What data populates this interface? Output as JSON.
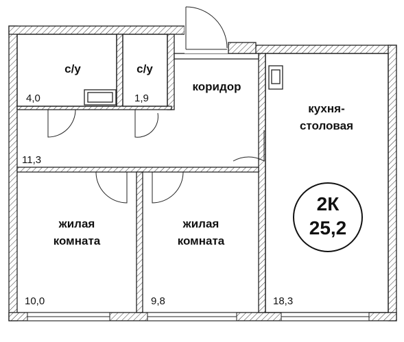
{
  "plan": {
    "rooms": [
      {
        "id": "bath1",
        "label": "с/у",
        "area": "4,0"
      },
      {
        "id": "bath2",
        "label": "с/у",
        "area": "1,9"
      },
      {
        "id": "corridor",
        "label": "коридор",
        "area": "11,3"
      },
      {
        "id": "kitchen",
        "label_line1": "кухня-",
        "label_line2": "столовая",
        "area": "18,3"
      },
      {
        "id": "living1",
        "label_line1": "жилая",
        "label_line2": "комната",
        "area": "10,0"
      },
      {
        "id": "living2",
        "label_line1": "жилая",
        "label_line2": "комната",
        "area": "9,8"
      }
    ],
    "badge": {
      "type": "2К",
      "total_area": "25,2"
    }
  }
}
